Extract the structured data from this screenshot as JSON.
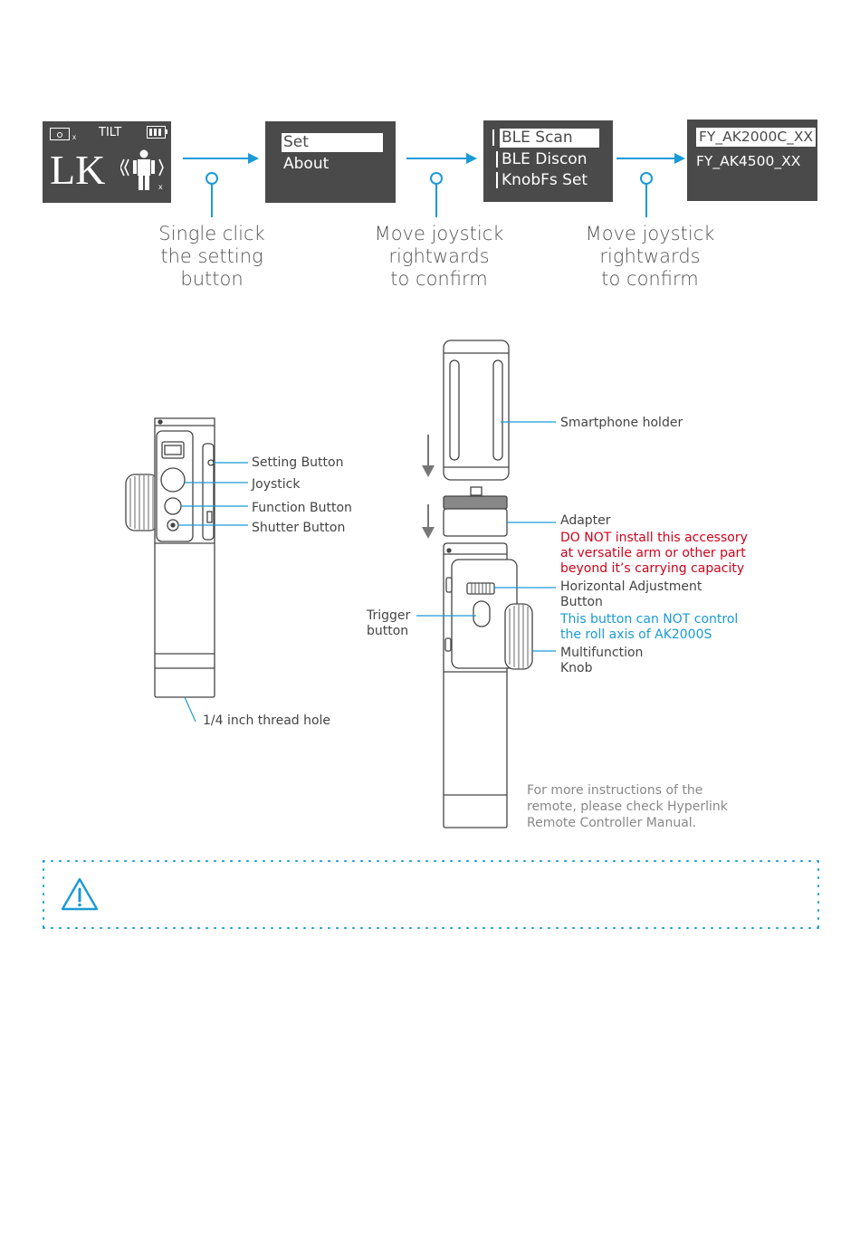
{
  "colors": {
    "screen_bg": "#4a4a4a",
    "arrow": "#1a9ad6",
    "warning_red": "#d0021b",
    "note_blue": "#1a9ad6",
    "warning_frame": "#1a9ad6"
  },
  "screen1": {
    "mode": "TILT",
    "lock": "LK",
    "icons": [
      "camera-icon",
      "battery-icon",
      "person-icon"
    ]
  },
  "screen2": {
    "items": [
      "Set",
      "About"
    ],
    "selected": 0
  },
  "screen3": {
    "items": [
      "BLE Scan",
      "BLE Discon",
      "KnobFs Set"
    ],
    "selected": 0
  },
  "screen4": {
    "items": [
      "FY_AK2000C_XX",
      "FY_AK4500_XX"
    ],
    "selected": 0
  },
  "steps": [
    {
      "line1": "Single click",
      "line2": "the setting",
      "line3": "button"
    },
    {
      "line1": "Move joystick",
      "line2": "rightwards",
      "line3": "to confirm"
    },
    {
      "line1": "Move joystick",
      "line2": "rightwards",
      "line3": "to confirm"
    }
  ],
  "remote_labels": {
    "setting": "Setting Button",
    "joystick": "Joystick",
    "function": "Function Button",
    "shutter": "Shutter Button",
    "thread": "1/4 inch thread hole"
  },
  "gimbal_labels": {
    "holder": "Smartphone holder",
    "adapter": "Adapter",
    "adapter_warning": [
      "DO NOT install this accessory",
      "at versatile arm or other part",
      "beyond it’s carrying capacity"
    ],
    "horizontal": [
      "Horizontal Adjustment",
      "Button"
    ],
    "horizontal_note": [
      "This button can NOT control",
      "the roll axis of AK2000S"
    ],
    "multifunction": [
      "Multifunction",
      "Knob"
    ],
    "trigger": [
      "Trigger",
      "button"
    ]
  },
  "more_info": [
    "For more instructions of the",
    "remote, please check Hyperlink",
    "Remote Controller Manual."
  ],
  "warning_icon": "warning-triangle-icon"
}
